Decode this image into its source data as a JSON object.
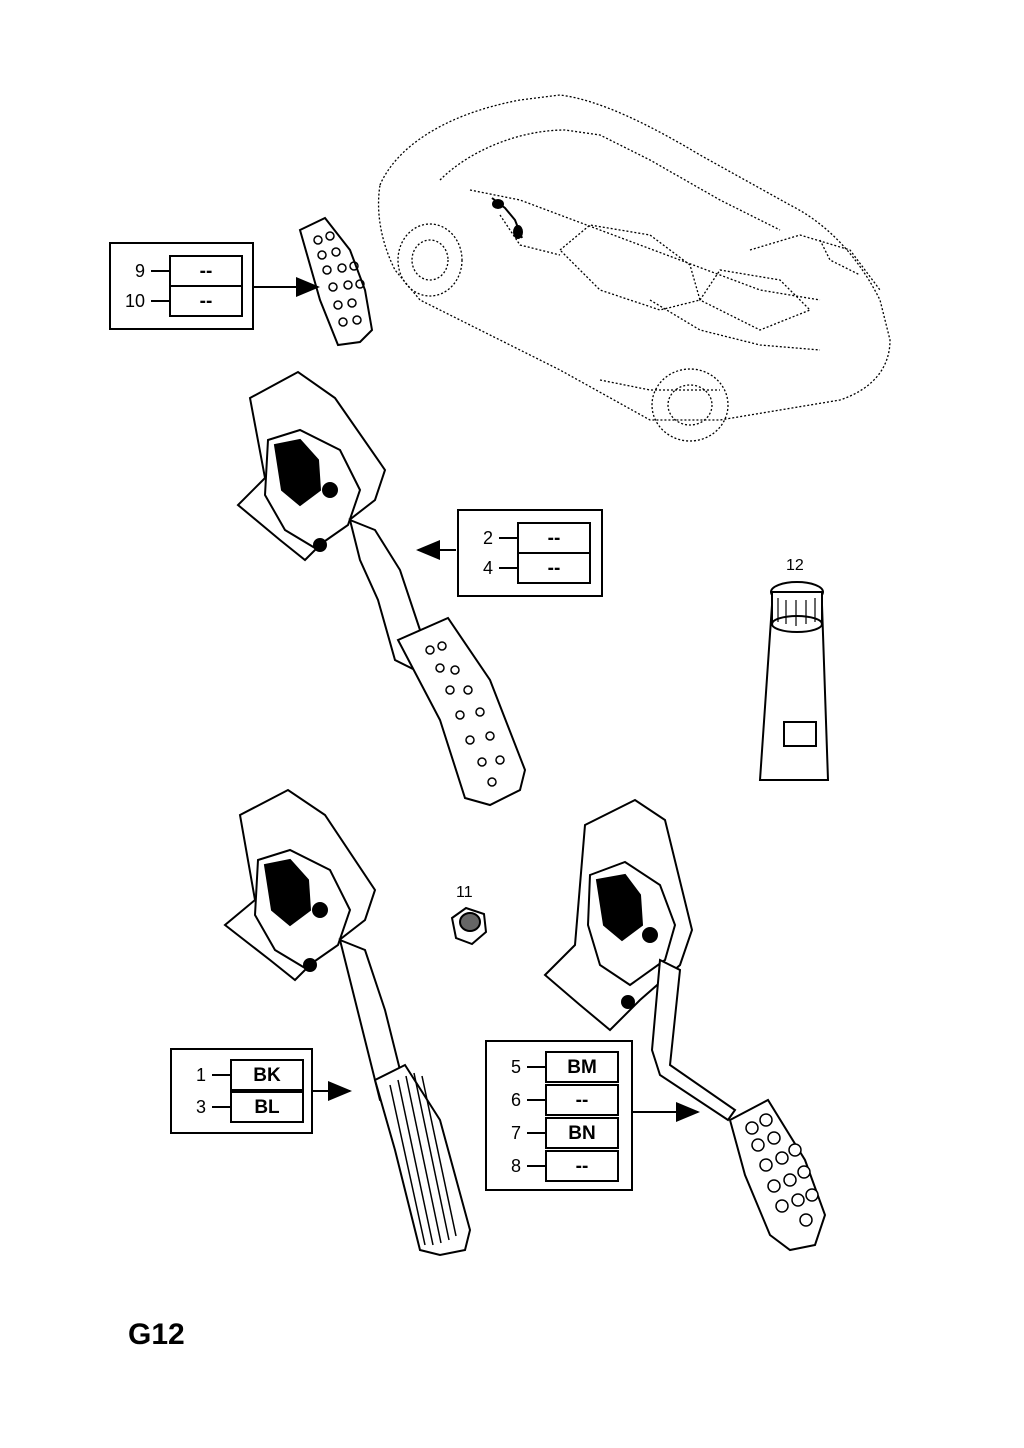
{
  "page": {
    "code": "G12"
  },
  "callouts": {
    "c1": {
      "rows": [
        {
          "num": "9",
          "code": "--"
        },
        {
          "num": "10",
          "code": "--"
        }
      ]
    },
    "c2": {
      "rows": [
        {
          "num": "2",
          "code": "--"
        },
        {
          "num": "4",
          "code": "--"
        }
      ]
    },
    "c3": {
      "rows": [
        {
          "num": "1",
          "code": "BK"
        },
        {
          "num": "3",
          "code": "BL"
        }
      ]
    },
    "c4": {
      "rows": [
        {
          "num": "5",
          "code": "BM"
        },
        {
          "num": "6",
          "code": "--"
        },
        {
          "num": "7",
          "code": "BN"
        },
        {
          "num": "8",
          "code": "--"
        }
      ]
    }
  },
  "parts": {
    "label_11": "11",
    "label_12": "12"
  },
  "parts_list": [
    {
      "part": "pedal-pad",
      "items": [
        "9",
        "10"
      ]
    },
    {
      "part": "accelerator-pedal-assembly-upper",
      "items": [
        "2",
        "4"
      ]
    },
    {
      "part": "accelerator-pedal-assembly-lower-left",
      "items": [
        "1",
        "3"
      ]
    },
    {
      "part": "accelerator-pedal-assembly-lower-right",
      "items": [
        "5",
        "6",
        "7",
        "8"
      ]
    },
    {
      "part": "nut",
      "items": [
        "11"
      ]
    },
    {
      "part": "grease-tube",
      "items": [
        "12"
      ]
    }
  ]
}
